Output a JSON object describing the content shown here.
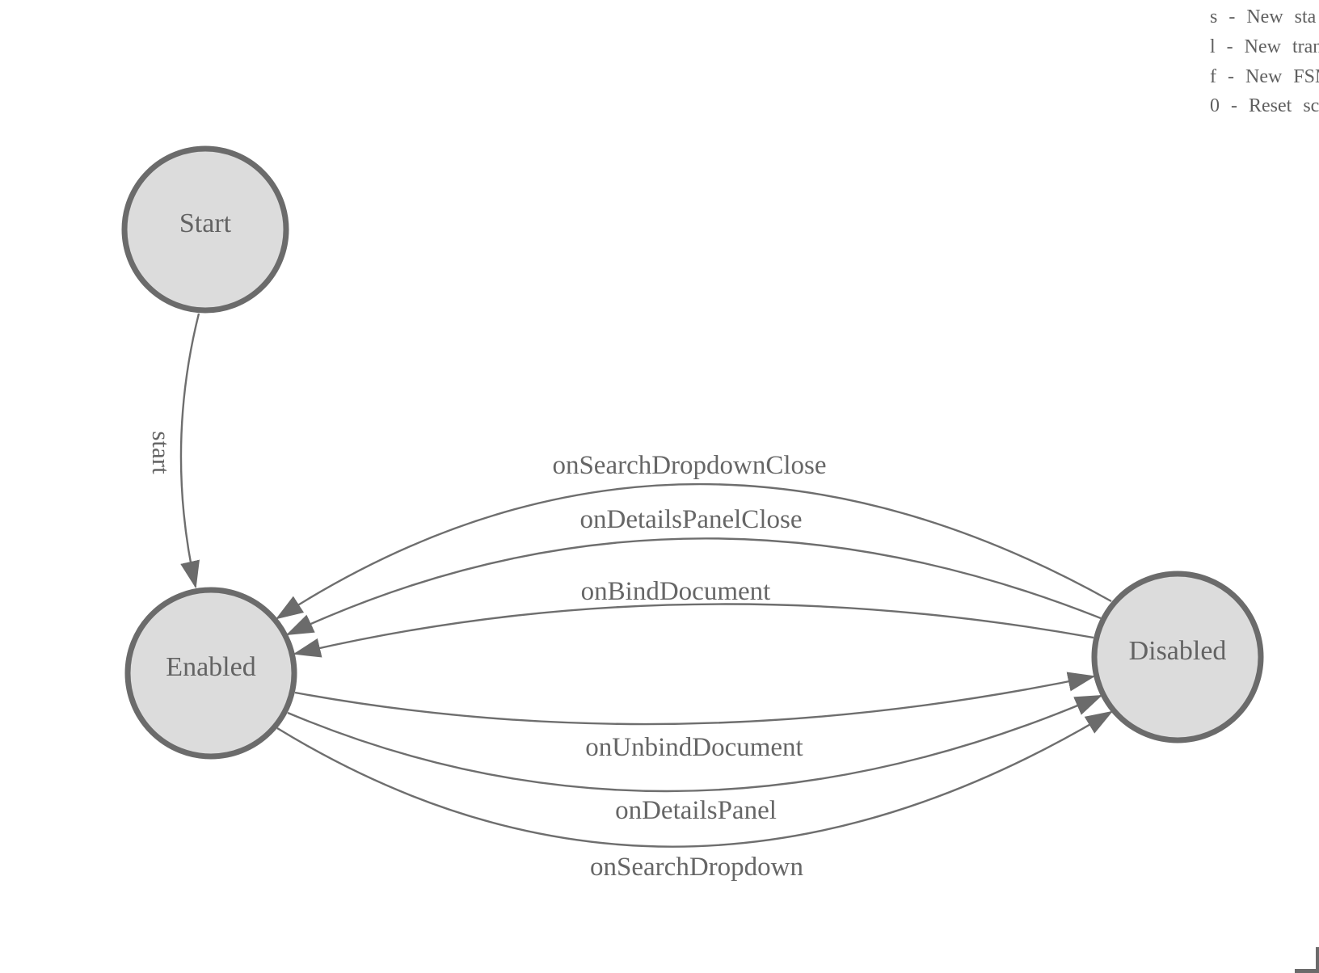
{
  "diagram_type": "finite-state-machine",
  "states": [
    {
      "id": "start",
      "label": "Start"
    },
    {
      "id": "enabled",
      "label": "Enabled"
    },
    {
      "id": "disabled",
      "label": "Disabled"
    }
  ],
  "transitions": [
    {
      "label": "start",
      "from": "Start",
      "to": "Enabled"
    },
    {
      "label": "onSearchDropdownClose",
      "from": "Disabled",
      "to": "Enabled"
    },
    {
      "label": "onDetailsPanelClose",
      "from": "Disabled",
      "to": "Enabled"
    },
    {
      "label": "onBindDocument",
      "from": "Disabled",
      "to": "Enabled"
    },
    {
      "label": "onUnbindDocument",
      "from": "Enabled",
      "to": "Disabled"
    },
    {
      "label": "onDetailsPanel",
      "from": "Enabled",
      "to": "Disabled"
    },
    {
      "label": "onSearchDropdown",
      "from": "Enabled",
      "to": "Disabled"
    }
  ],
  "legend": {
    "items": [
      "s - New sta",
      "l - New tran",
      "f - New FSM",
      "0 - Reset sc"
    ]
  },
  "colors": {
    "state_fill": "#dcdcdc",
    "state_stroke": "#6b6b6b",
    "edge_stroke": "#6e6e6e",
    "arrowhead": "#6b6b6b",
    "text": "#666666",
    "background": "#ffffff"
  }
}
